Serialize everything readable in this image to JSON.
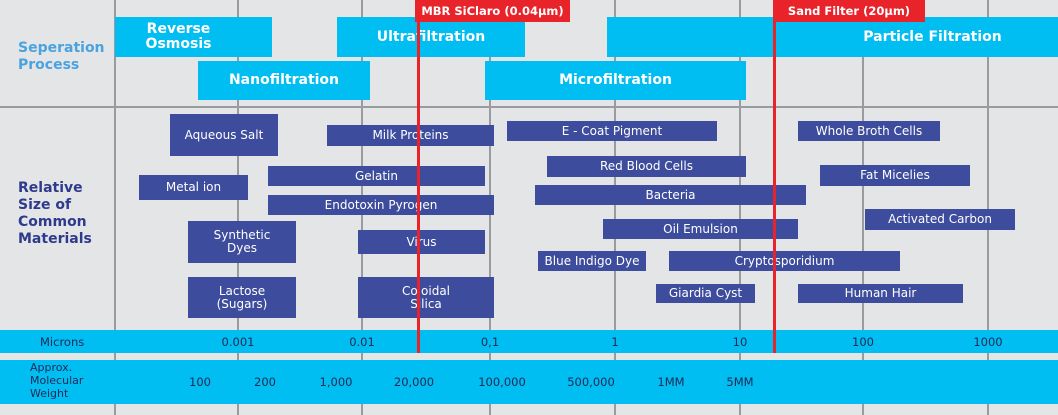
{
  "labels": {
    "separation_process": "Seperation Process",
    "relative_size": "Relative Size of Common Materials",
    "microns": "Microns",
    "mw": "Approx. Molecular Weight"
  },
  "markers": [
    {
      "label": "MBR SiClaro (0.04µm)"
    },
    {
      "label": "Sand Filter (20µm)"
    }
  ],
  "processes": [
    "Reverse Osmosis",
    "Ultrafiltration",
    "Particle Filtration",
    "Nanofiltration",
    "Microfiltration"
  ],
  "materials": [
    "Aqueous Salt",
    "Milk Proteins",
    "E - Coat Pigment",
    "Whole Broth Cells",
    "Red Blood Cells",
    "Metal ion",
    "Gelatin",
    "Fat Micelies",
    "Bacteria",
    "Endotoxin Pyrogen",
    "Activated Carbon",
    "Oil Emulsion",
    "Synthetic Dyes",
    "Virus",
    "Blue Indigo Dye",
    "Cryptosporidium",
    "Lactose (Sugars)",
    "Coloidal Silica",
    "Giardia Cyst",
    "Human Hair"
  ],
  "micron_ticks": [
    "0.001",
    "0.01",
    "0,1",
    "1",
    "10",
    "100",
    "1000"
  ],
  "mw_ticks": [
    "100",
    "200",
    "1,000",
    "20,000",
    "100,000",
    "500,000",
    "1MM",
    "5MM"
  ],
  "colors": {
    "cyan": "#00bdf2",
    "navy": "#3d4c9c",
    "red": "#e8232a"
  }
}
